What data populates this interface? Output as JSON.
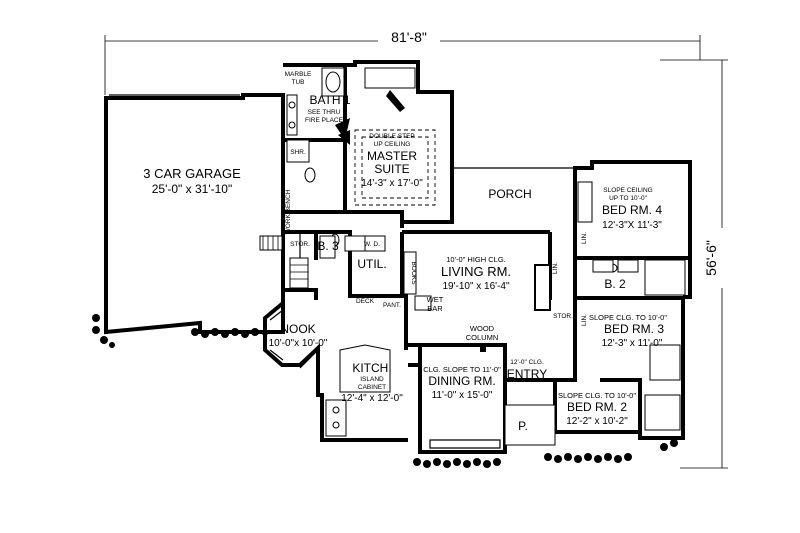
{
  "overall": {
    "width": "81'-8\"",
    "depth": "56'-6\""
  },
  "rooms": {
    "garage": {
      "name": "3 CAR GARAGE",
      "size": "25'-0\" x 31'-10\""
    },
    "master_bath": {
      "name": "BATH 1",
      "note1": "SEE THRU",
      "note2": "FIRE PLACE",
      "tub1": "MARBLE",
      "tub2": "TUB",
      "shower": "SHR."
    },
    "master": {
      "note1": "DOUBLE STEP",
      "note2": "UP CEILING",
      "name1": "MASTER",
      "name2": "SUITE",
      "size": "14'-3\" x 17'-0\""
    },
    "porch": {
      "name": "PORCH"
    },
    "bed4": {
      "note1": "SLOPE CEILING",
      "note2": "UP TO 10'-0\"",
      "name": "BED RM. 4",
      "size": "12'-3\"X 11'-3\""
    },
    "bath3": {
      "name": "B. 3",
      "stor": "STOR.",
      "wd": "W. D."
    },
    "util": {
      "name": "UTIL."
    },
    "living": {
      "note": "10'-0\" HIGH CLG.",
      "name": "LIVING RM.",
      "size": "19'-10\" x 16'-4\""
    },
    "bath2": {
      "name": "B. 2",
      "lin": "LIN."
    },
    "bed3": {
      "note": "SLOPE CLG. TO 10'-0\"",
      "name": "BED RM. 3",
      "size": "12'-3\" x 11'-0\""
    },
    "nook": {
      "name": "NOOK",
      "size": "10'-0\"x 10'-0\""
    },
    "kitchen": {
      "name": "KITCH.",
      "note1": "ISLAND",
      "note2": "CABINET",
      "size": "12'-4\" x 12'-0\""
    },
    "dining": {
      "note": "CLG. SLOPE TO 11'-0\"",
      "name": "DINING RM.",
      "size": "11'-0\" x 15'-0\""
    },
    "entry": {
      "note": "12'-0\" CLG.",
      "name": "ENTRY"
    },
    "bed2": {
      "note": "SLOPE CLG. TO 10'-0\"",
      "name": "BED RM. 2",
      "size": "12'-2\" x 10'-2\""
    }
  },
  "labels": {
    "wet_bar1": "WET",
    "wet_bar2": "BAR",
    "wood_column1": "WOOD",
    "wood_column2": "COLUMN",
    "deck": "DECK",
    "pantry": "PANT.",
    "books": "BOOKS",
    "work_bench": "WORK BENCH",
    "stor": "STOR.",
    "lin": "LIN.",
    "lin2": "LIN.",
    "porch_stoop": "P."
  }
}
